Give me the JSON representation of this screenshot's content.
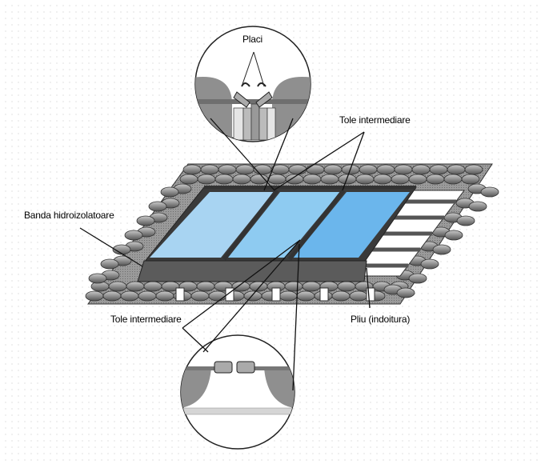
{
  "diagram": {
    "type": "technical-illustration",
    "subject": "Solar panels integrated in tiled roof",
    "labels": {
      "placi": "Placi",
      "tole_top": "Tole intermediare",
      "banda": "Banda hidroizolatoare",
      "tole_bottom": "Tole intermediare",
      "pliu": "Pliu (indoitura)"
    },
    "colors": {
      "panel_light": "#a8d4f2",
      "panel_mid": "#7cc0ef",
      "panel_dark": "#5aa9e8",
      "tile": "#8c8c8c",
      "tile_dark": "#5a5a5a",
      "flashing": "#555555",
      "line": "#000000"
    },
    "panel_count": 3
  }
}
